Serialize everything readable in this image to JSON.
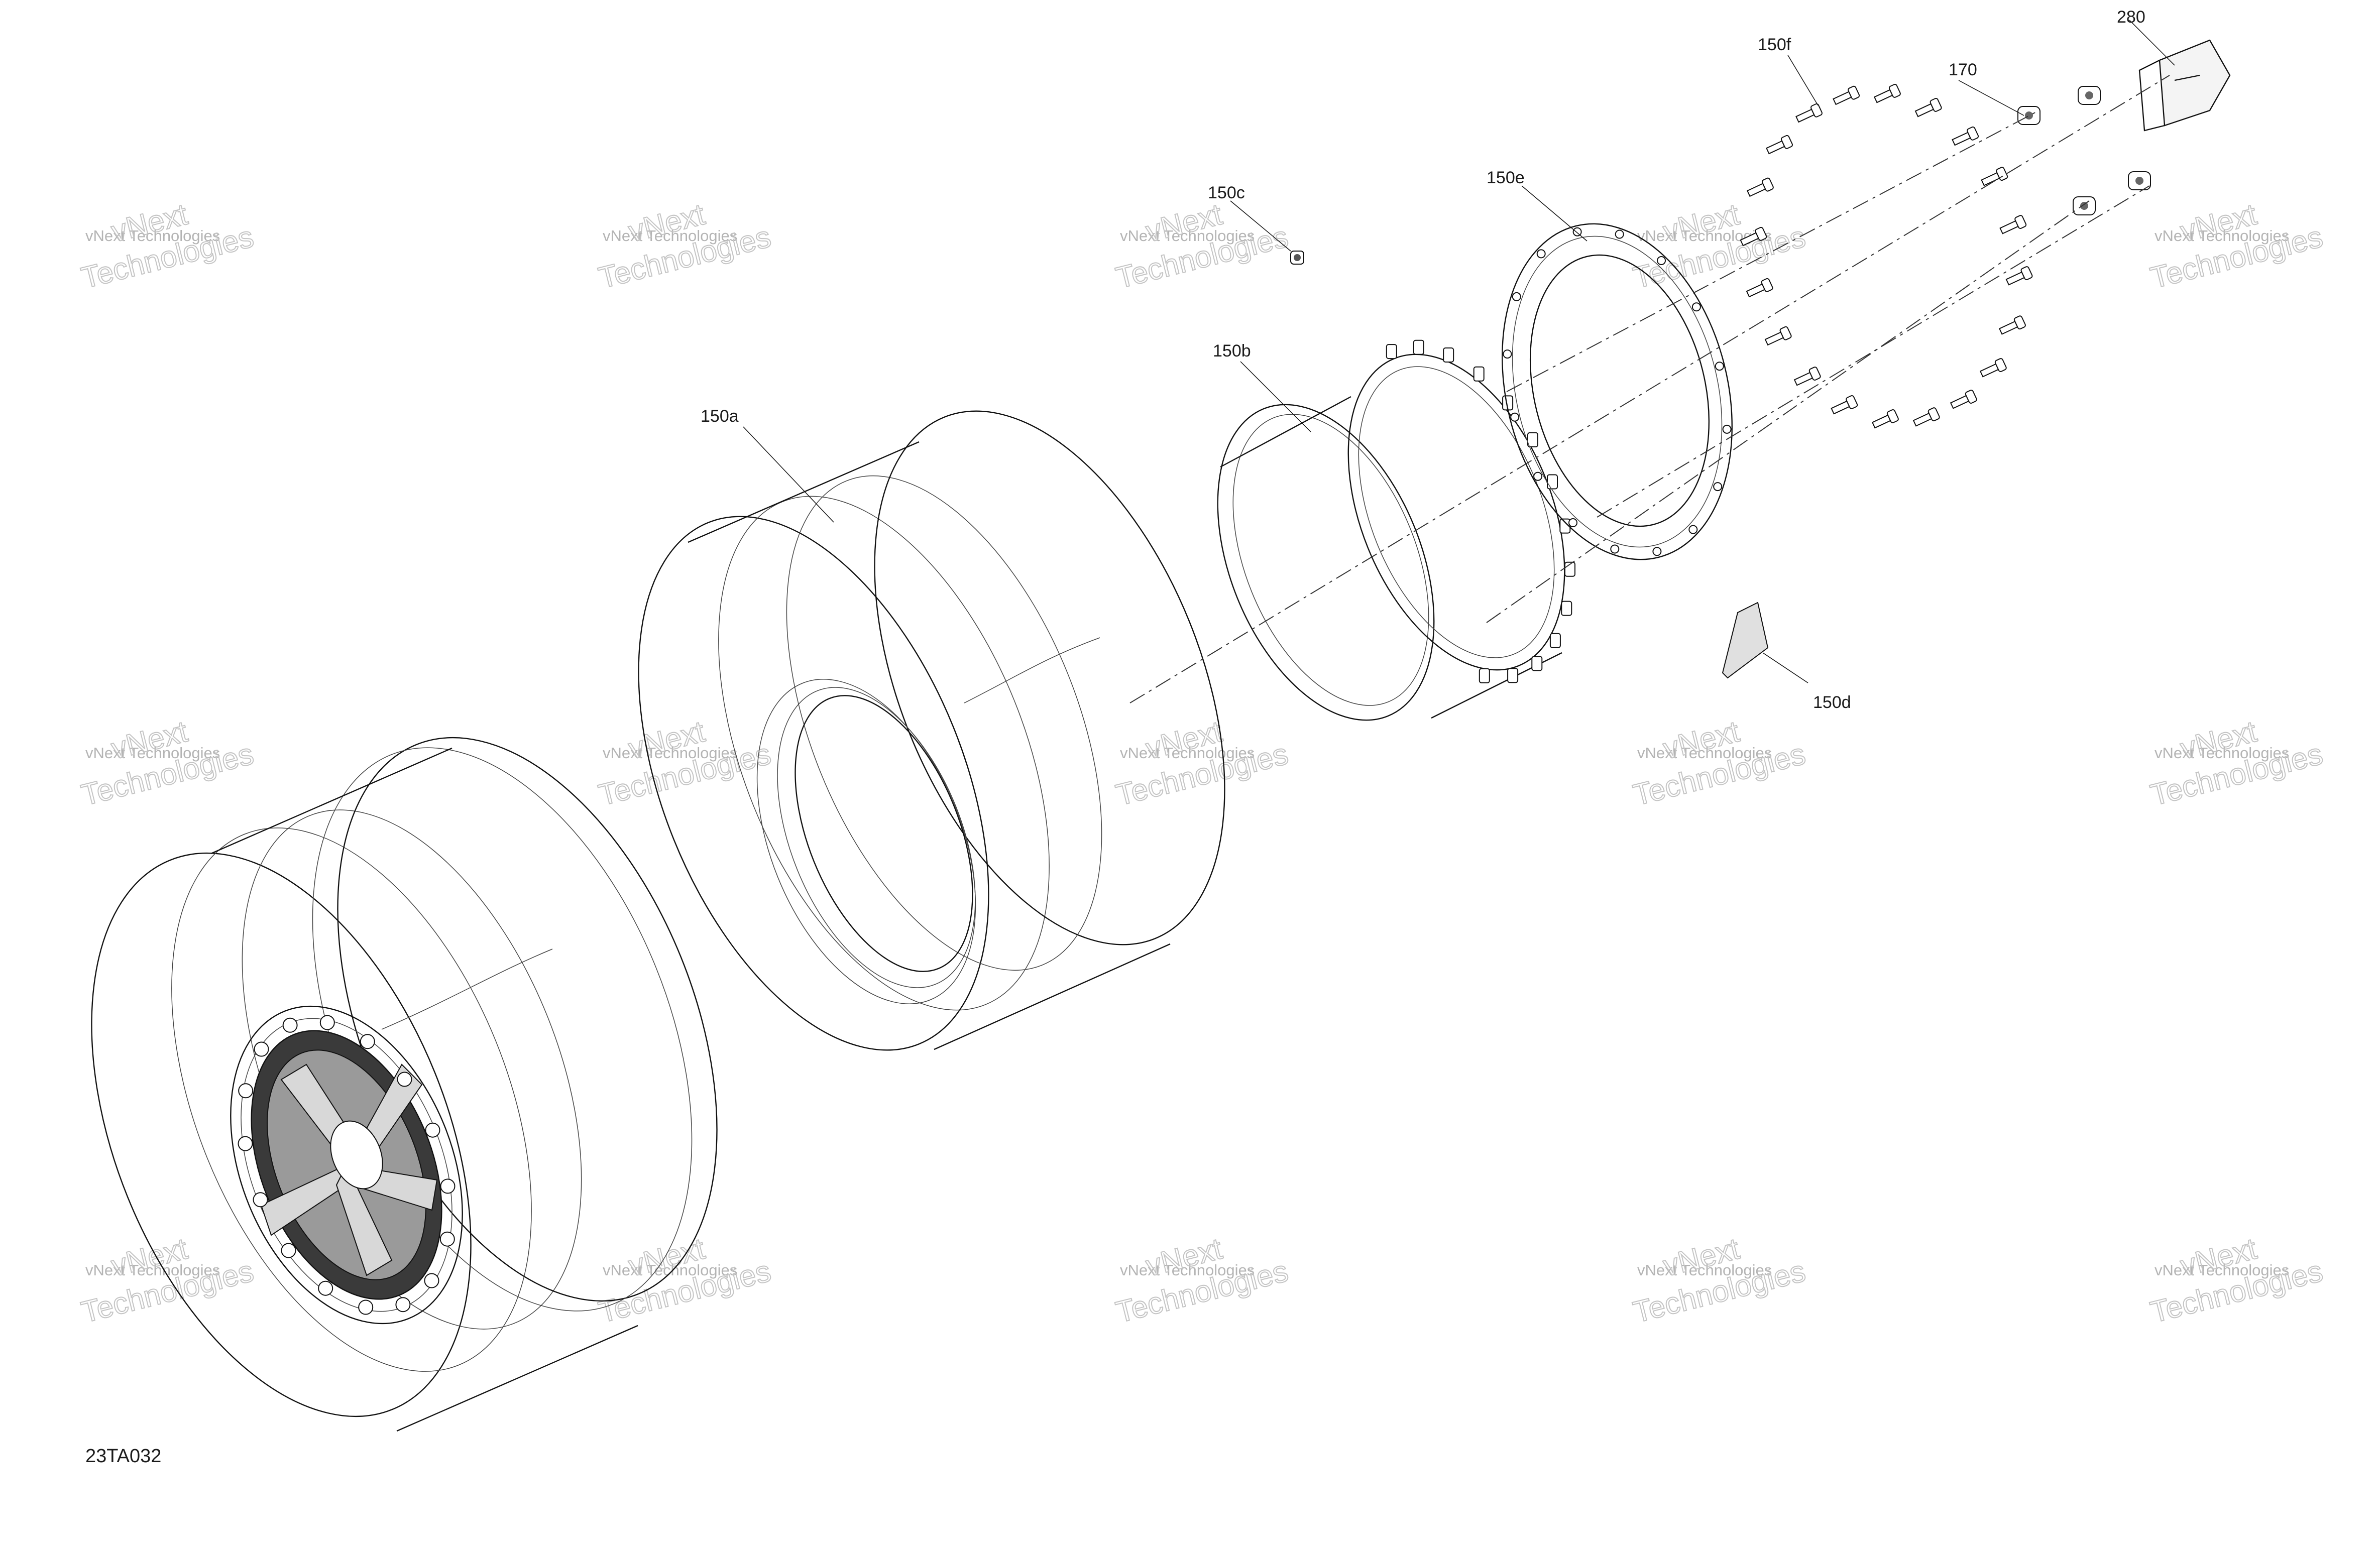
{
  "diagram_code": "23TA032",
  "callouts": [
    {
      "id": "150a",
      "text": "150a"
    },
    {
      "id": "150b",
      "text": "150b"
    },
    {
      "id": "150c",
      "text": "150c"
    },
    {
      "id": "150d",
      "text": "150d"
    },
    {
      "id": "150e",
      "text": "150e"
    },
    {
      "id": "150f",
      "text": "150f"
    },
    {
      "id": "170",
      "text": "170"
    },
    {
      "id": "280",
      "text": "280"
    }
  ],
  "watermark": {
    "line1": "vNext Technologies",
    "line2": "vNext",
    "line3": "Technologies"
  }
}
